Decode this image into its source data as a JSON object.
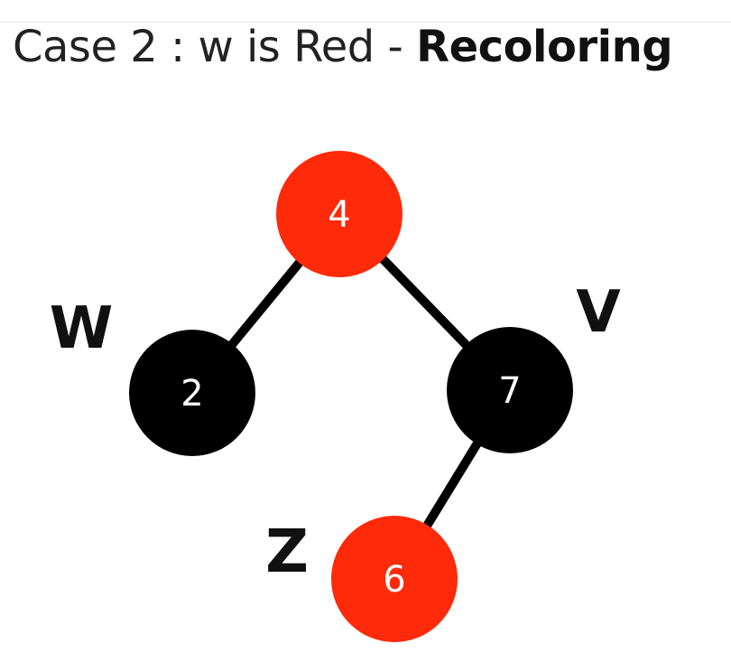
{
  "title": {
    "text": "Case 2 : w is Red - ",
    "bold": "Recoloring"
  },
  "colors": {
    "red_node": "#ff2a0a",
    "black_node": "#000000",
    "edge": "#000000",
    "node_text": "#ffffff",
    "label_text": "#111111"
  },
  "nodes": [
    {
      "id": "n4",
      "value": "4",
      "color": "red"
    },
    {
      "id": "n2",
      "value": "2",
      "color": "black"
    },
    {
      "id": "n7",
      "value": "7",
      "color": "black"
    },
    {
      "id": "n6",
      "value": "6",
      "color": "red"
    }
  ],
  "edges": [
    {
      "from": "n4",
      "to": "n2"
    },
    {
      "from": "n4",
      "to": "n7"
    },
    {
      "from": "n7",
      "to": "n6"
    }
  ],
  "labels": [
    {
      "text": "W",
      "node": "n2"
    },
    {
      "text": "V",
      "node": "n7"
    },
    {
      "text": "Z",
      "node": "n6"
    }
  ]
}
